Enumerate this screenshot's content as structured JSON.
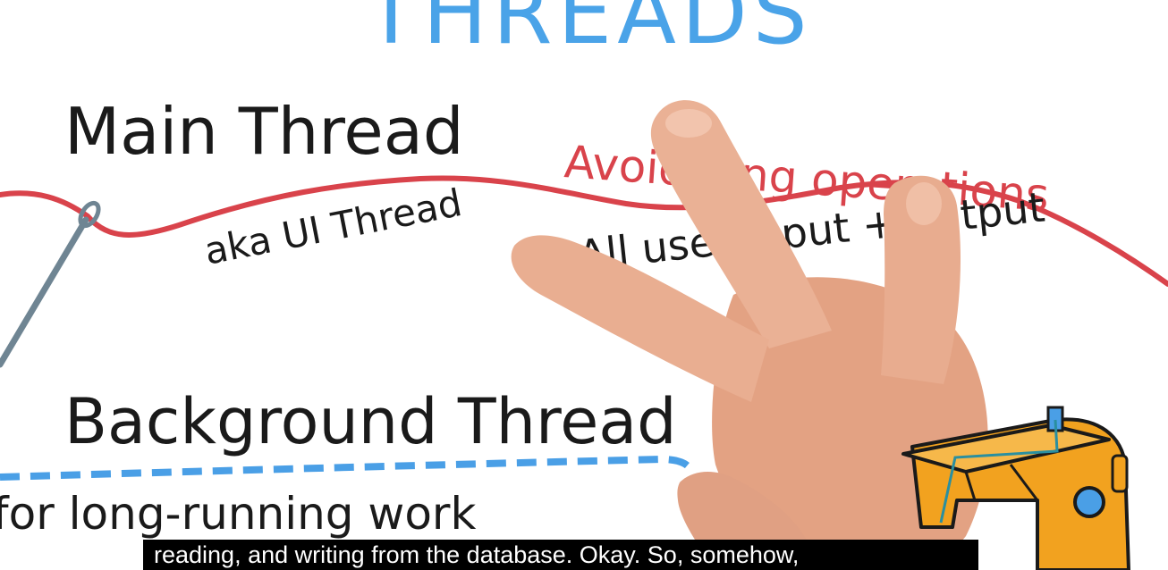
{
  "whiteboard": {
    "heading": "THREADS",
    "main_thread": {
      "title": "Main Thread",
      "alias": "aka UI Thread",
      "warning": "Avoid long operations",
      "note": "All user input + output"
    },
    "background_thread": {
      "title": "Background Thread",
      "note": "for long-running work"
    }
  },
  "caption": {
    "text": "reading, and writing from the database. Okay. So, somehow,"
  },
  "colors": {
    "heading": "#4aa3e8",
    "ink": "#1a1a1a",
    "red_thread": "#d9434b",
    "blue_dash": "#4a9fe6",
    "needle": "#6f8593",
    "skin": "#e7a98a",
    "sewing_machine": "#f2a21f"
  }
}
